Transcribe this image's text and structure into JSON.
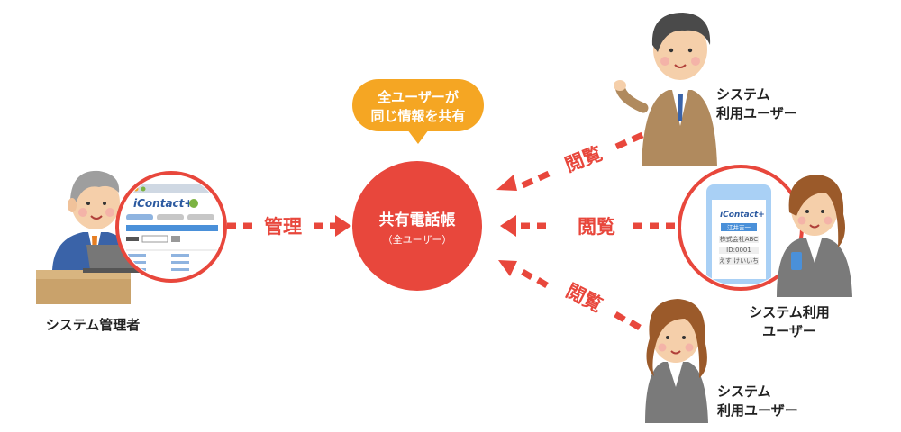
{
  "central_node": {
    "title": "共有電話帳",
    "subtitle": "（全ユーザー）"
  },
  "bubble": {
    "line1": "全ユーザーが",
    "line2": "同じ情報を共有"
  },
  "admin": {
    "label": "システム管理者",
    "action_label": "管理",
    "screen": {
      "logo": "iContact+"
    }
  },
  "users": [
    {
      "label_line1": "システム",
      "label_line2": "利用ユーザー",
      "action_label": "閲覧"
    },
    {
      "label_line1": "システム利用",
      "label_line2": "ユーザー",
      "action_label": "閲覧",
      "phone": {
        "logo": "iContact+",
        "name": "江井吉一",
        "company": "株式会社ABC",
        "id": "ID:0001",
        "kana": "えす けいいち"
      }
    },
    {
      "label_line1": "システム",
      "label_line2": "利用ユーザー",
      "action_label": "閲覧"
    }
  ],
  "colors": {
    "accent_red": "#e8473c",
    "bubble_orange": "#f5a623",
    "screen_blue": "#4a90d9"
  }
}
